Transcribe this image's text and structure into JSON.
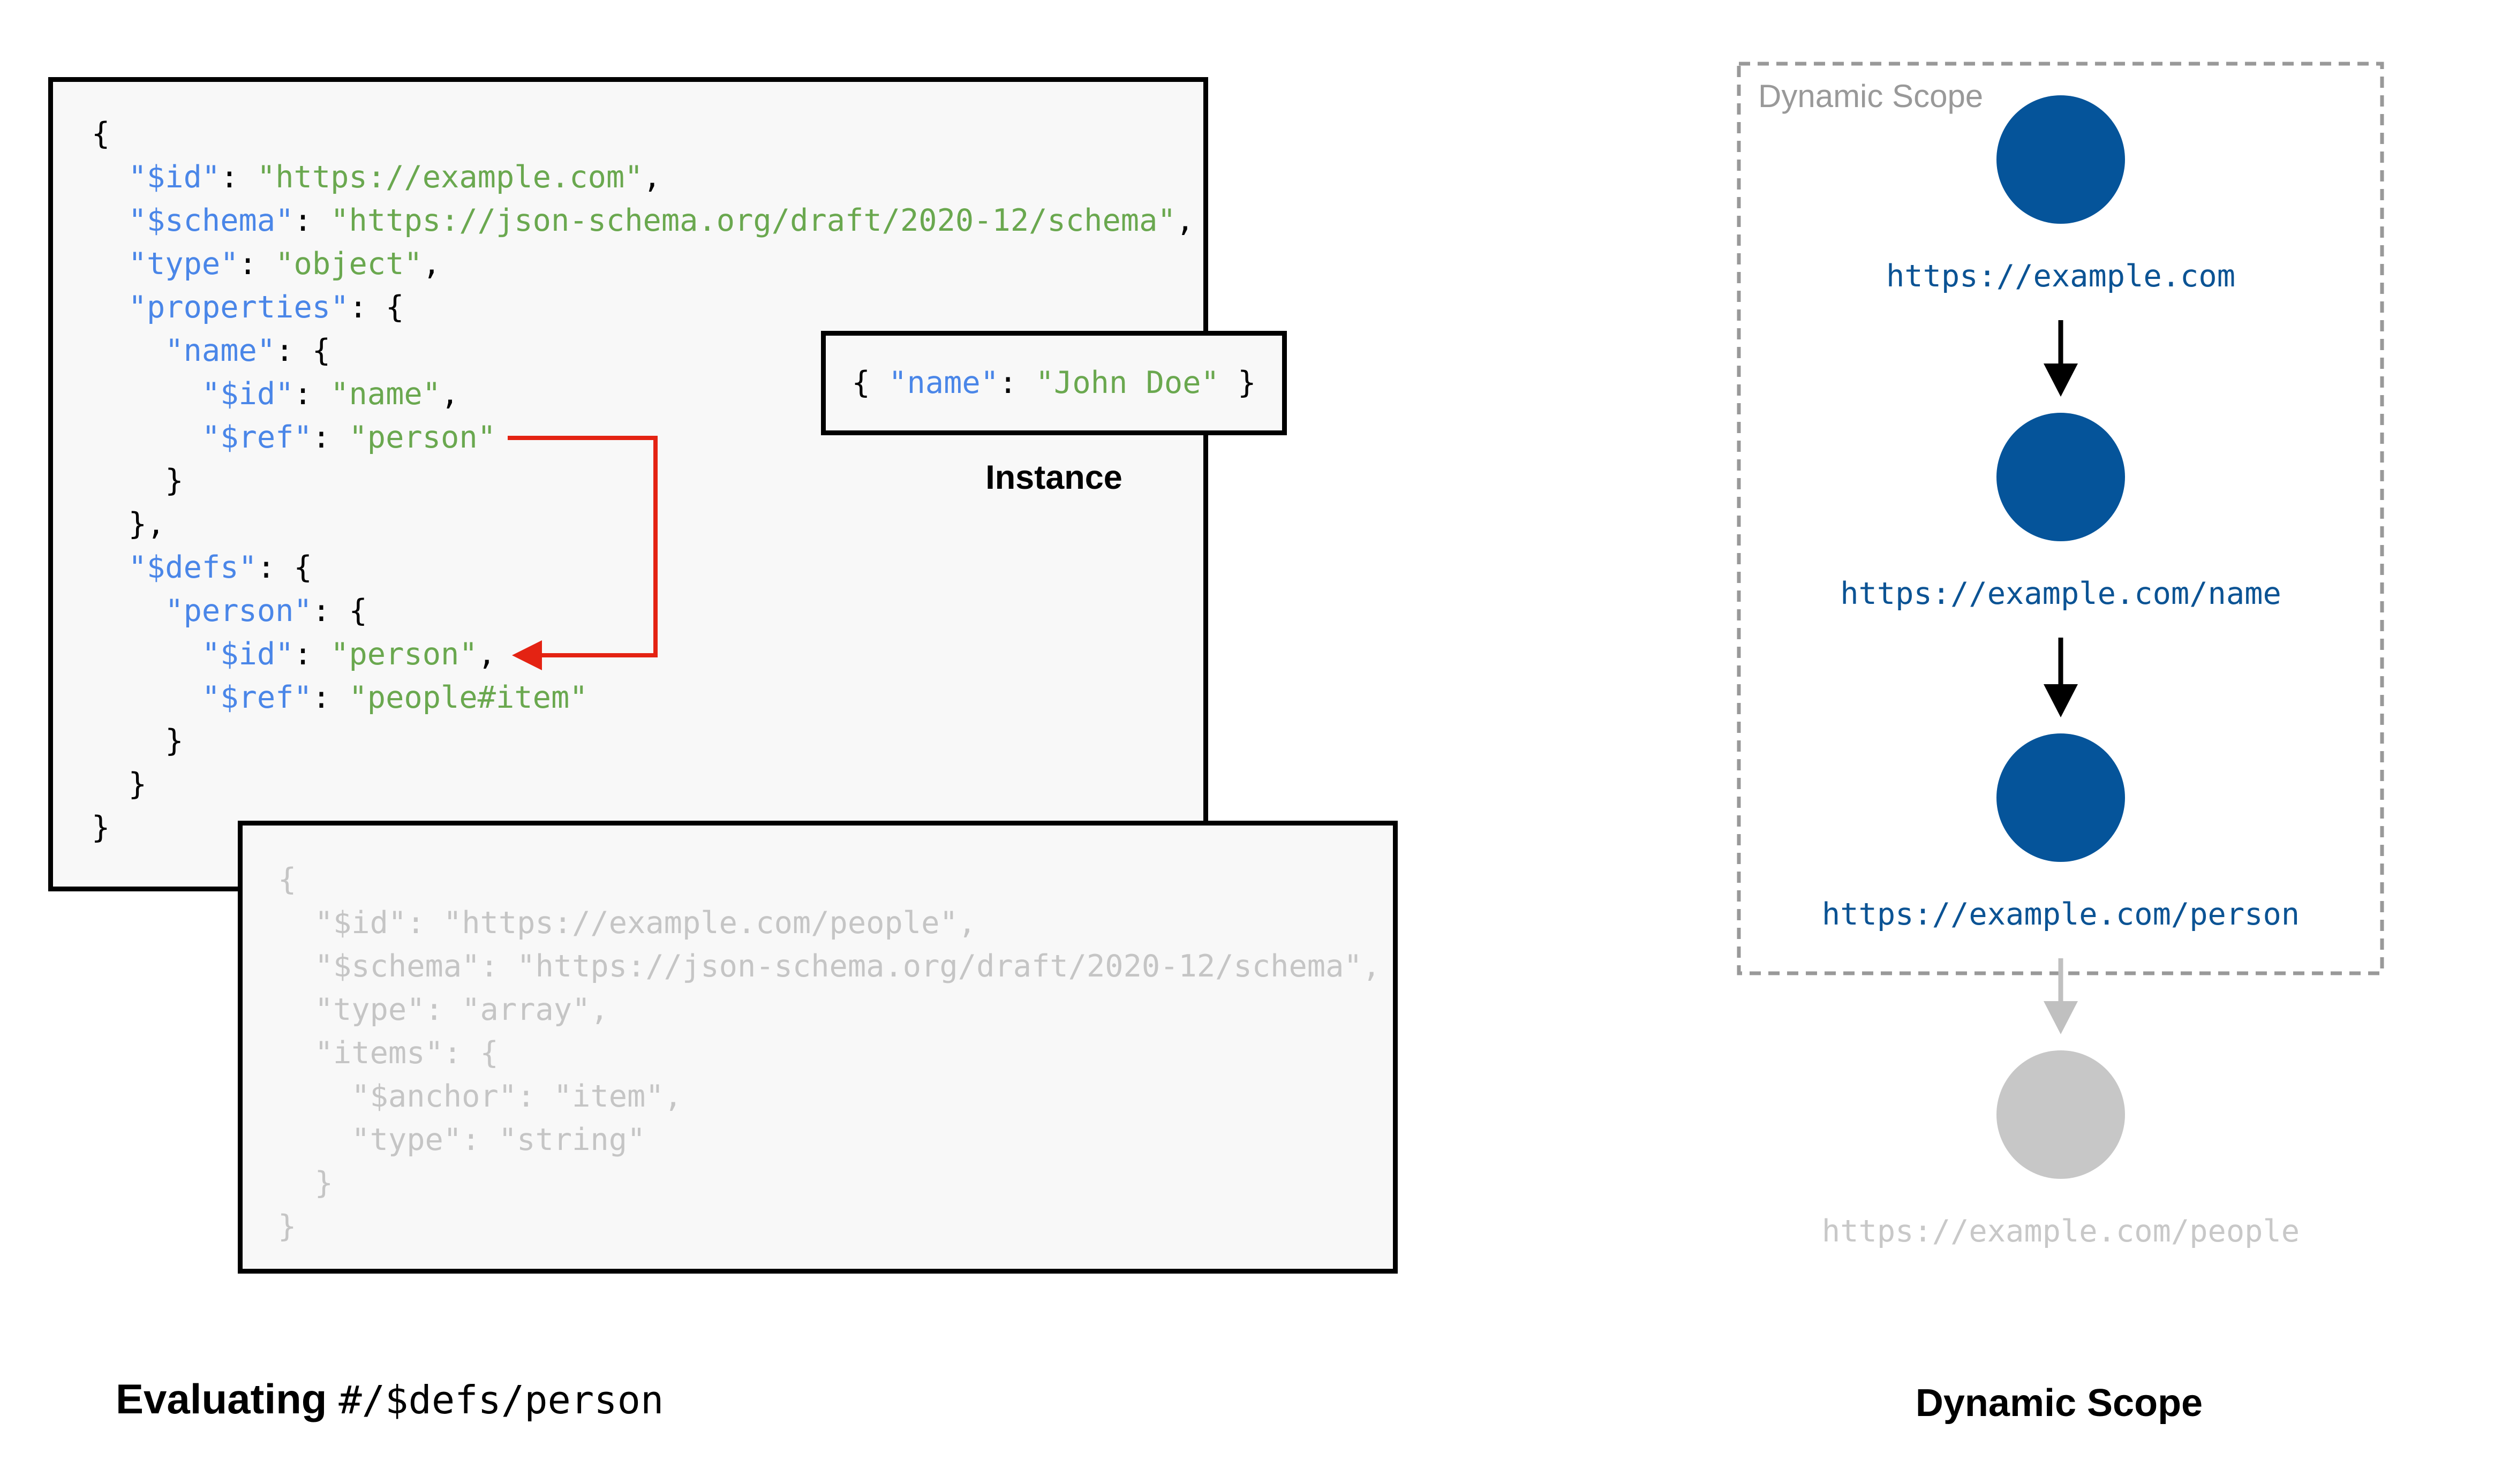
{
  "colors": {
    "key": "#4a86e8",
    "str": "#6aa84f",
    "punct": "#000000",
    "muted": "#c5c5c5",
    "box_bg": "#f8f8f8",
    "border": "#000000",
    "red": "#e42313",
    "panel_gray": "#999999",
    "node_blue": "#05549a",
    "url_blue": "#0b5394",
    "node_gray": "#c7c7c7",
    "url_gray": "#c8c8c8",
    "arrow_black": "#000000",
    "arrow_gray": "#c0c0c0"
  },
  "schema_box": {
    "lines": [
      [
        [
          "p",
          "{"
        ]
      ],
      [
        [
          "p",
          "  "
        ],
        [
          "k",
          "\"$id\""
        ],
        [
          "p",
          ": "
        ],
        [
          "s",
          "\"https://example.com\""
        ],
        [
          "p",
          ","
        ]
      ],
      [
        [
          "p",
          "  "
        ],
        [
          "k",
          "\"$schema\""
        ],
        [
          "p",
          ": "
        ],
        [
          "s",
          "\"https://json-schema.org/draft/2020-12/schema\""
        ],
        [
          "p",
          ","
        ]
      ],
      [
        [
          "p",
          "  "
        ],
        [
          "k",
          "\"type\""
        ],
        [
          "p",
          ": "
        ],
        [
          "s",
          "\"object\""
        ],
        [
          "p",
          ","
        ]
      ],
      [
        [
          "p",
          "  "
        ],
        [
          "k",
          "\"properties\""
        ],
        [
          "p",
          ": {"
        ]
      ],
      [
        [
          "p",
          "    "
        ],
        [
          "k",
          "\"name\""
        ],
        [
          "p",
          ": {"
        ]
      ],
      [
        [
          "p",
          "      "
        ],
        [
          "k",
          "\"$id\""
        ],
        [
          "p",
          ": "
        ],
        [
          "s",
          "\"name\""
        ],
        [
          "p",
          ","
        ]
      ],
      [
        [
          "p",
          "      "
        ],
        [
          "k",
          "\"$ref\""
        ],
        [
          "p",
          ": "
        ],
        [
          "s",
          "\"person\""
        ]
      ],
      [
        [
          "p",
          "    }"
        ]
      ],
      [
        [
          "p",
          "  },"
        ]
      ],
      [
        [
          "p",
          "  "
        ],
        [
          "k",
          "\"$defs\""
        ],
        [
          "p",
          ": {"
        ]
      ],
      [
        [
          "p",
          "    "
        ],
        [
          "k",
          "\"person\""
        ],
        [
          "p",
          ": {"
        ]
      ],
      [
        [
          "p",
          "      "
        ],
        [
          "k",
          "\"$id\""
        ],
        [
          "p",
          ": "
        ],
        [
          "s",
          "\"person\""
        ],
        [
          "p",
          ","
        ]
      ],
      [
        [
          "p",
          "      "
        ],
        [
          "k",
          "\"$ref\""
        ],
        [
          "p",
          ": "
        ],
        [
          "s",
          "\"people#item\""
        ]
      ],
      [
        [
          "p",
          "    }"
        ]
      ],
      [
        [
          "p",
          "  }"
        ]
      ],
      [
        [
          "p",
          "}"
        ]
      ]
    ]
  },
  "people_box": {
    "lines": [
      [
        [
          "p",
          "{"
        ]
      ],
      [
        [
          "p",
          "  "
        ],
        [
          "k",
          "\"$id\""
        ],
        [
          "p",
          ": "
        ],
        [
          "s",
          "\"https://example.com/people\""
        ],
        [
          "p",
          ","
        ]
      ],
      [
        [
          "p",
          "  "
        ],
        [
          "k",
          "\"$schema\""
        ],
        [
          "p",
          ": "
        ],
        [
          "s",
          "\"https://json-schema.org/draft/2020-12/schema\""
        ],
        [
          "p",
          ","
        ]
      ],
      [
        [
          "p",
          "  "
        ],
        [
          "k",
          "\"type\""
        ],
        [
          "p",
          ": "
        ],
        [
          "s",
          "\"array\""
        ],
        [
          "p",
          ","
        ]
      ],
      [
        [
          "p",
          "  "
        ],
        [
          "k",
          "\"items\""
        ],
        [
          "p",
          ": {"
        ]
      ],
      [
        [
          "p",
          "    "
        ],
        [
          "k",
          "\"$anchor\""
        ],
        [
          "p",
          ": "
        ],
        [
          "s",
          "\"item\""
        ],
        [
          "p",
          ","
        ]
      ],
      [
        [
          "p",
          "    "
        ],
        [
          "k",
          "\"type\""
        ],
        [
          "p",
          ": "
        ],
        [
          "s",
          "\"string\""
        ]
      ],
      [
        [
          "p",
          "  }"
        ]
      ],
      [
        [
          "p",
          "}"
        ]
      ]
    ]
  },
  "instance": {
    "tokens": [
      [
        "p",
        "{ "
      ],
      [
        "k",
        "\"name\""
      ],
      [
        "p",
        ": "
      ],
      [
        "s",
        "\"John Doe\""
      ],
      [
        "p",
        " }"
      ]
    ],
    "label": "Instance"
  },
  "dynamic_scope": {
    "panel_label": "Dynamic Scope",
    "nodes": [
      {
        "url": "https://example.com",
        "state": "active"
      },
      {
        "url": "https://example.com/name",
        "state": "active"
      },
      {
        "url": "https://example.com/person",
        "state": "active"
      },
      {
        "url": "https://example.com/people",
        "state": "inactive"
      }
    ],
    "caption": "Dynamic Scope"
  },
  "caption": {
    "bold": "Evaluating",
    "code": "#/$defs/person"
  }
}
